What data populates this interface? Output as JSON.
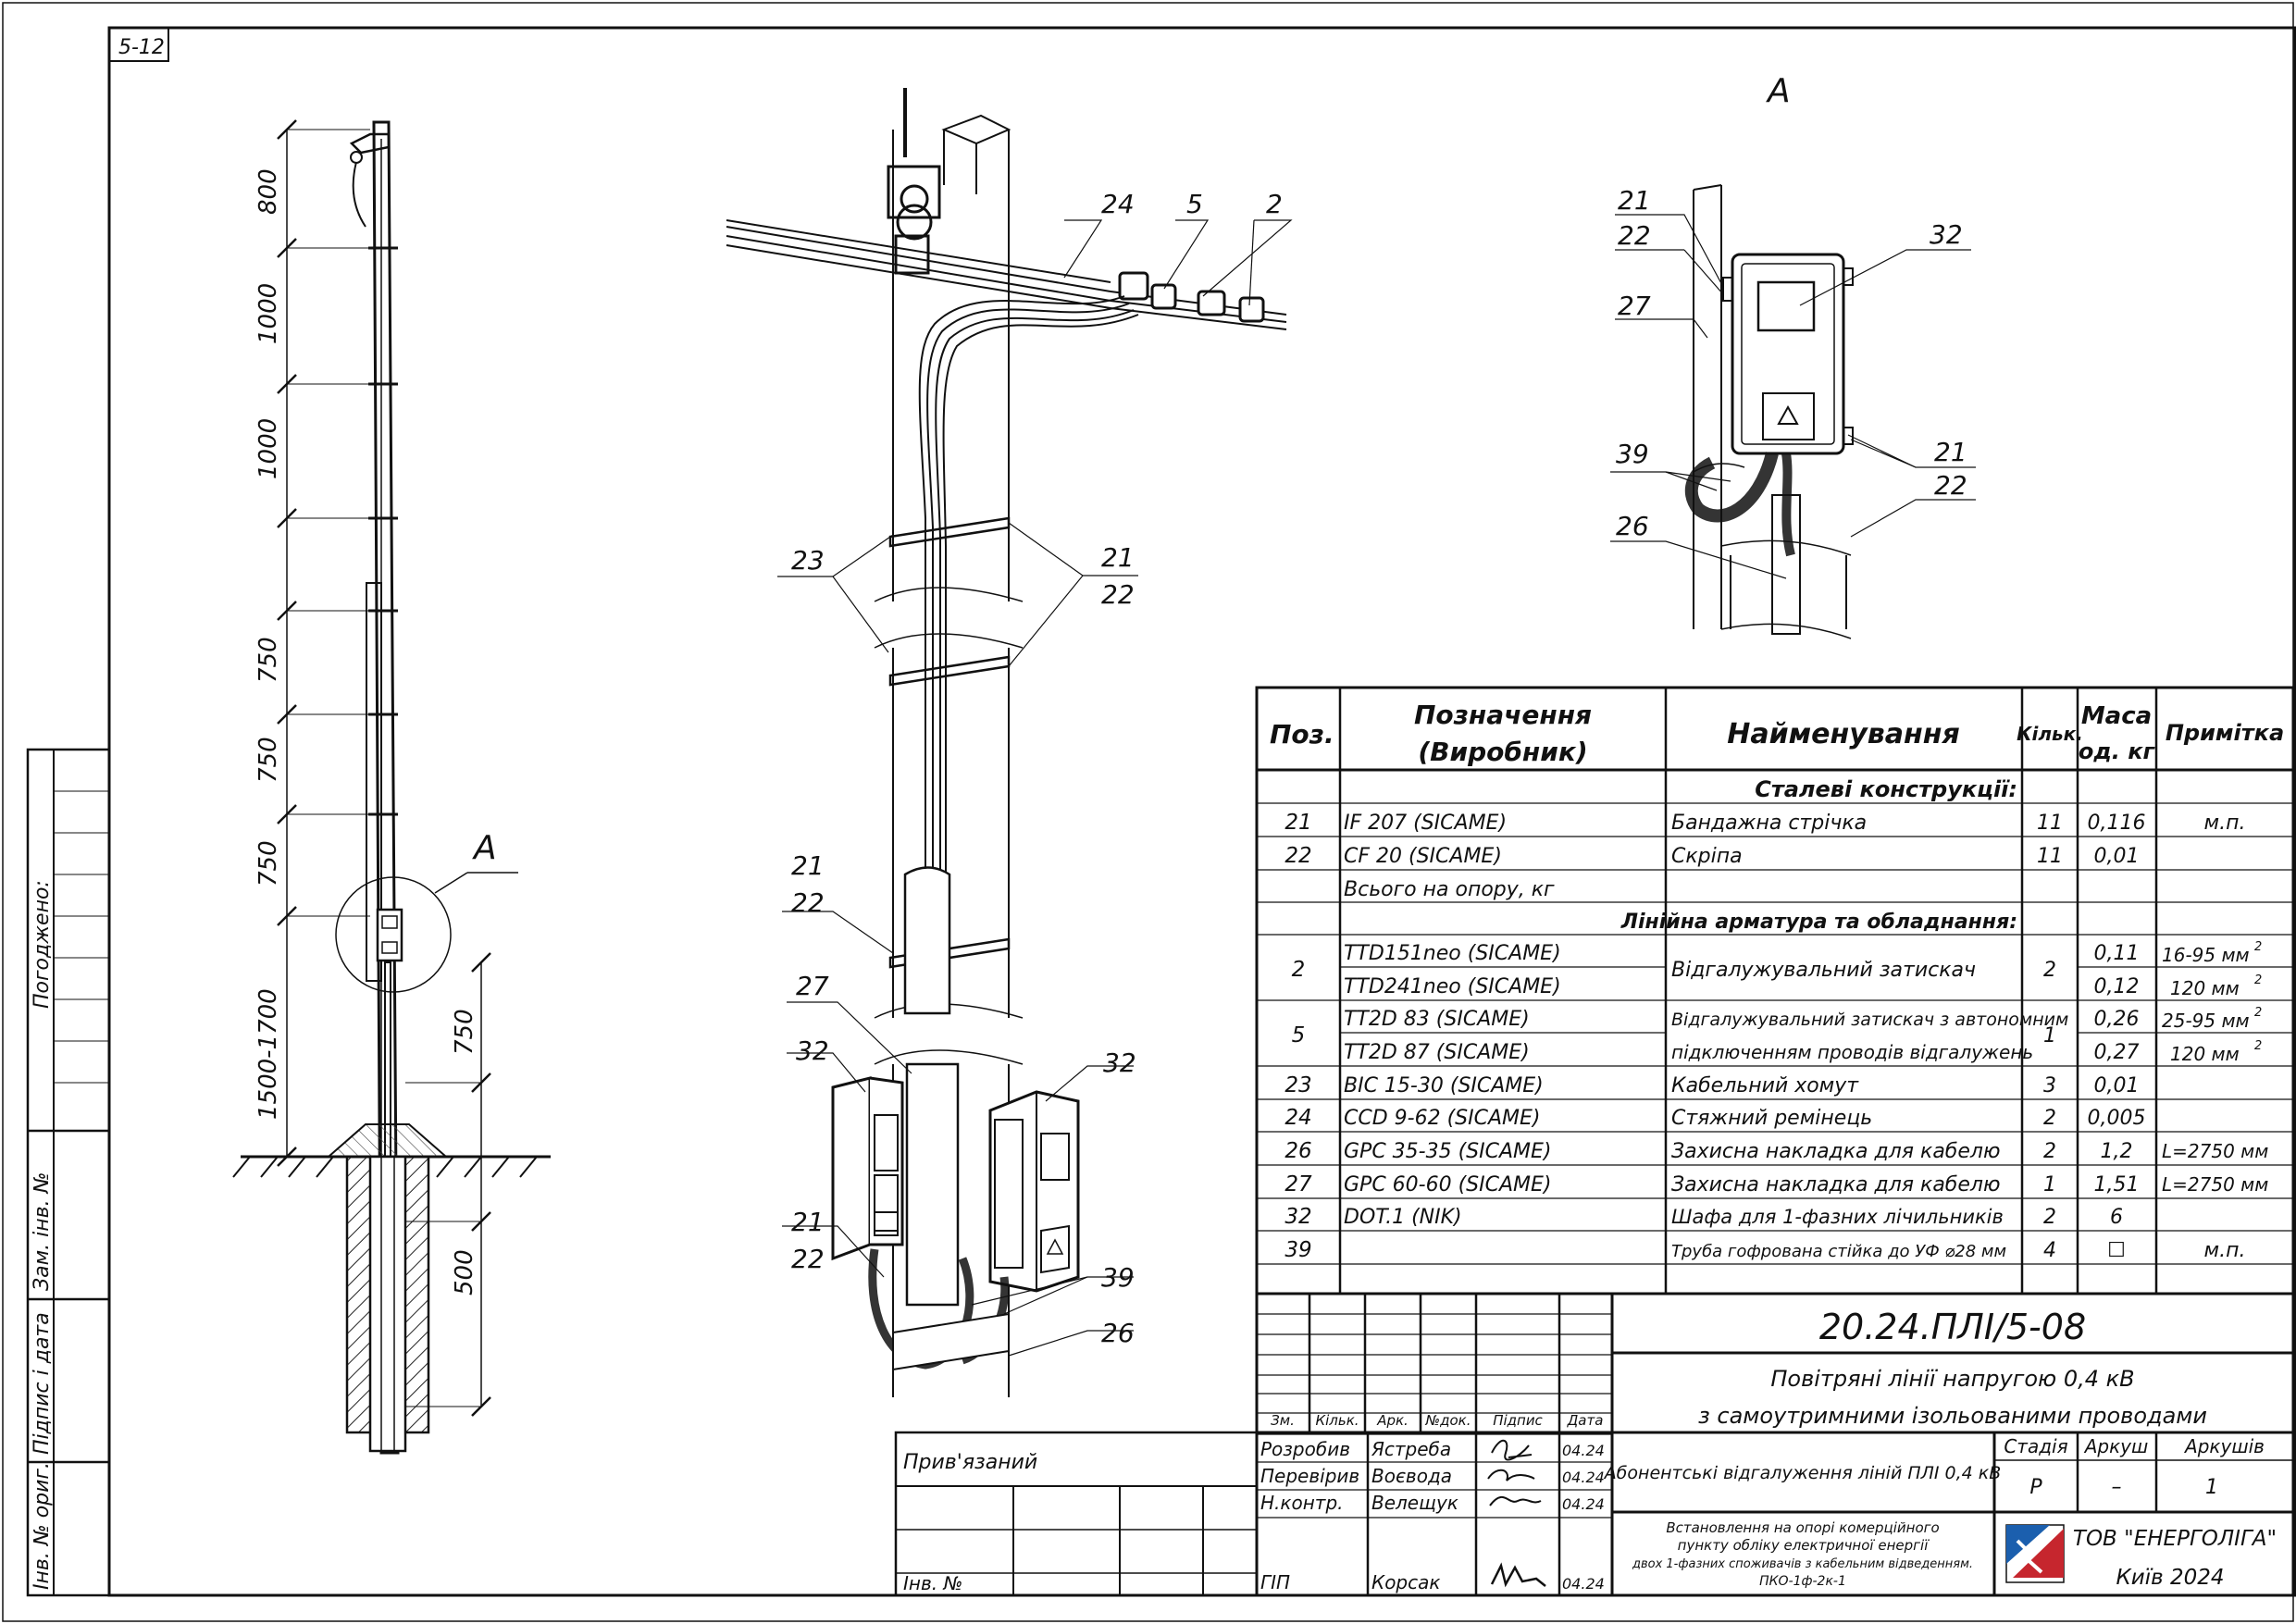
{
  "sheet_label": "5-12",
  "left_strip": {
    "approved": "Погоджено:",
    "replaced_inv": "Зам. інв. №",
    "signature_date": "Підпис і дата",
    "orig_inv": "Інв. № ориг."
  },
  "pole_dims": [
    "800",
    "1000",
    "1000",
    "750",
    "750",
    "750",
    "1500-1700",
    "750",
    "500"
  ],
  "callout_a": "A",
  "detail_a_title": "A",
  "labels": {
    "c24": "24",
    "c5": "5",
    "c2": "2",
    "c23": "23",
    "c21a": "21",
    "c22a": "22",
    "c21b": "21",
    "c22b": "22",
    "c27": "27",
    "c32l": "32",
    "c32r": "32",
    "c21c": "21",
    "c22c": "22",
    "c39": "39",
    "c26": "26",
    "d21a": "21",
    "d22a": "22",
    "d27": "27",
    "d32": "32",
    "d39": "39",
    "d21b": "21",
    "d22b": "22",
    "d26": "26"
  },
  "spec_table": {
    "headers": {
      "pos": "Поз.",
      "designation": [
        "Позначення",
        "(Виробник)"
      ],
      "name": "Найменування",
      "qty": "Кільк.",
      "mass": [
        "Маса",
        "од. кг"
      ],
      "note": "Примітка"
    },
    "sections": {
      "steel": "Сталеві конструкції:",
      "fittings": "Лінійна арматура та обладнання:"
    },
    "rows_steel": [
      {
        "pos": "21",
        "des": "IF 207   (SICAME)",
        "name": "Бандажна стрічка",
        "qty": "11",
        "mass": "0,116",
        "note": "м.п."
      },
      {
        "pos": "22",
        "des": "CF 20   (SICAME)",
        "name": "Скріпа",
        "qty": "11",
        "mass": "0,01",
        "note": ""
      }
    ],
    "total": "Всього на опору, кг",
    "row_2": {
      "pos": "2",
      "des1": "TTD151neo   (SICAME)",
      "des2": "TTD241neo   (SICAME)",
      "name": "Відгалужувальний затискач",
      "qty": "2",
      "mass1": "0,11",
      "mass2": "0,12",
      "note1": "16-95 мм",
      "note2": "120 мм"
    },
    "row_5": {
      "pos": "5",
      "des1": "TT2D 83   (SICAME)",
      "des2": "TT2D 87   (SICAME)",
      "name1": "Відгалужувальний затискач з автономним",
      "name2": "підключенням проводів відгалужень",
      "qty": "1",
      "mass1": "0,26",
      "mass2": "0,27",
      "note1": "25-95 мм",
      "note2": "120 мм"
    },
    "rows_fittings": [
      {
        "pos": "23",
        "des": "BIC 15-30   (SICAME)",
        "name": "Кабельний хомут",
        "qty": "3",
        "mass": "0,01",
        "note": ""
      },
      {
        "pos": "24",
        "des": "CCD 9-62   (SICAME)",
        "name": "Стяжний ремінець",
        "qty": "2",
        "mass": "0,005",
        "note": ""
      },
      {
        "pos": "26",
        "des": "GPC 35-35   (SICAME)",
        "name": "Захисна накладка для кабелю",
        "qty": "2",
        "mass": "1,2",
        "note": "L=2750 мм"
      },
      {
        "pos": "27",
        "des": "GPC 60-60   (SICAME)",
        "name": "Захисна накладка для кабелю",
        "qty": "1",
        "mass": "1,51",
        "note": "L=2750 мм"
      },
      {
        "pos": "32",
        "des": "DOT.1   (NIK)",
        "name": "Шафа для 1-фазних лічильників",
        "qty": "2",
        "mass": "6",
        "note": ""
      },
      {
        "pos": "39",
        "des": "",
        "name": "Труба гофрована стійка до УФ ⌀28 мм",
        "qty": "4",
        "mass": "☐",
        "note": "м.п."
      }
    ],
    "superscript": "2"
  },
  "title_block": {
    "doc_code": "20.24.ПЛІ/5-08",
    "title1": "Повітряні лінії напругою 0,4 кВ",
    "title2": "з самоутримними ізольованими проводами",
    "cols": [
      "Зм.",
      "Кільк.",
      "Арк.",
      "№док.",
      "Підпис",
      "Дата"
    ],
    "people": [
      {
        "role": "Розробив",
        "name": "Ястреба",
        "date": "04.24"
      },
      {
        "role": "Перевірив",
        "name": "Воєвода",
        "date": "04.24"
      },
      {
        "role": "Н.контр.",
        "name": "Велещук",
        "date": "04.24"
      },
      {
        "role": "ГІП",
        "name": "Корсак",
        "date": "04.24"
      }
    ],
    "linked": "Прив'язаний",
    "inv_no": "Інв. №",
    "sheet_title": "Абонентські відгалуження ліній ПЛІ 0,4 кВ",
    "stage_h": "Стадія",
    "sheet_h": "Аркуш",
    "sheets_h": "Аркушів",
    "stage": "Р",
    "sheet": "–",
    "sheets": "1",
    "desc": [
      "Встановлення на опорі комерційного",
      "пункту обліку електричної енергії",
      "двох 1-фазних споживачів з кабельним відведенням.",
      "ПКО-1ф-2к-1"
    ],
    "company": "ТОВ \"ЕНЕРГОЛІГА\"",
    "city": "Київ 2024"
  }
}
